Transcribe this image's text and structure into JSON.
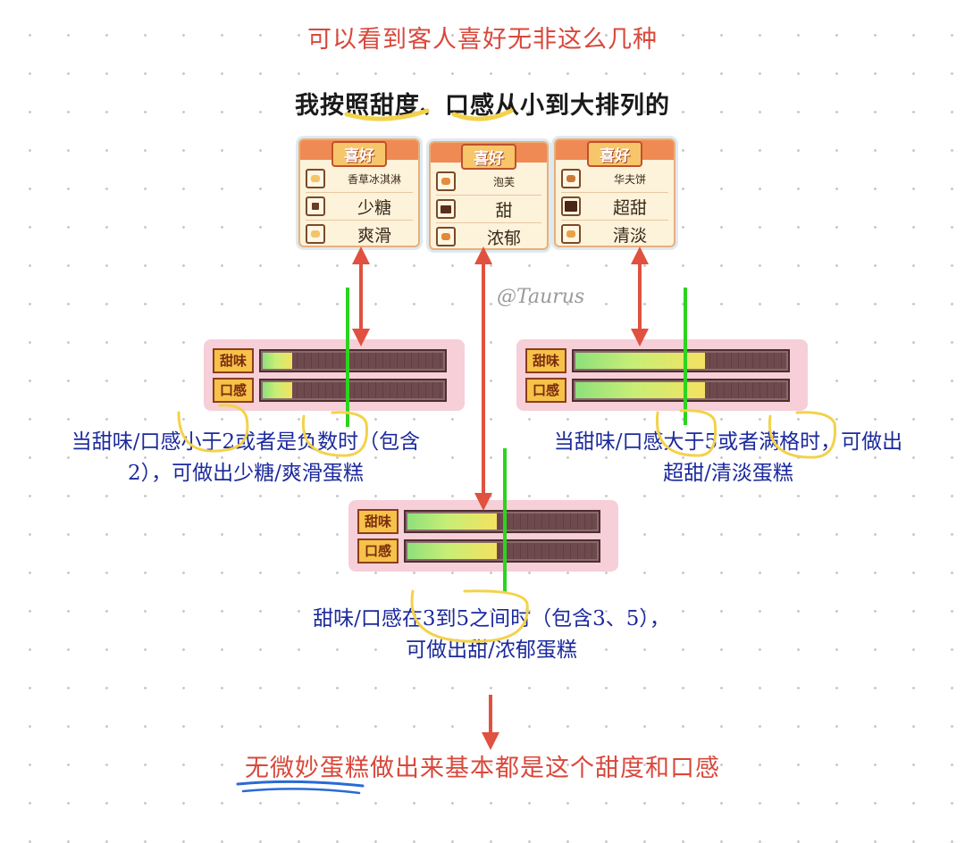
{
  "title": "可以看到客人喜好无非这么几种",
  "subtitle": "我按照甜度、口感从小到大排列的",
  "watermark": "@Taurus",
  "cards": [
    {
      "header": "喜好",
      "item": "香草冰淇淋",
      "sweetness": "少糖",
      "texture": "爽滑",
      "icon_color": "#f3c46a"
    },
    {
      "header": "喜好",
      "item": "泡芙",
      "sweetness": "甜",
      "texture": "浓郁",
      "icon_color": "#e58c3e"
    },
    {
      "header": "喜好",
      "item": "华夫饼",
      "sweetness": "超甜",
      "texture": "清淡",
      "icon_color": "#c97a3a"
    }
  ],
  "meters": {
    "sweet_label": "甜味",
    "texture_label": "口感",
    "panels": [
      {
        "sweet_level": 0.18,
        "texture_level": 0.18
      },
      {
        "sweet_level": 0.62,
        "texture_level": 0.62
      },
      {
        "sweet_level": 0.48,
        "texture_level": 0.48
      }
    ]
  },
  "captions": {
    "left_line1": "当甜味/口感小于2或者是负数时（包含",
    "left_line2": "2），可做出少糖/爽滑蛋糕",
    "right_line1": "当甜味/口感大于5或者满格时，可做出",
    "right_line2": "超甜/清淡蛋糕",
    "middle_line1": "甜味/口感在3到5之间时（包含3、5），",
    "middle_line2": "可做出甜/浓郁蛋糕"
  },
  "bottom_note": "无微妙蛋糕做出来基本都是这个甜度和口感",
  "colors": {
    "title_red": "#d9483b",
    "caption_blue": "#1c2a9c",
    "arrow_red": "#e0513f",
    "marker_green": "#2bd41f",
    "highlight_yellow": "#f3d24a",
    "underline_blue": "#2a6ad6"
  }
}
